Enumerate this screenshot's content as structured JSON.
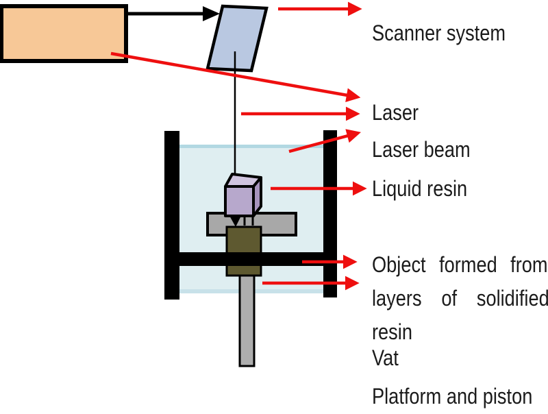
{
  "diagram": {
    "title_hint": "Stereolithography apparatus schematic",
    "labels": {
      "scanner_system": "Scanner system",
      "laser": "Laser",
      "laser_beam": "Laser beam",
      "liquid_resin": "Liquid resin",
      "object_line1": "Object formed from",
      "object_line2": "layers of solidified",
      "object_line3": "resin",
      "vat": "Vat",
      "platform_piston": "Platform and piston"
    },
    "components": {
      "laser_source": "laser source box",
      "scanner_mirror": "tilted scanner mirror",
      "laser_beam_line": "vertical laser beam",
      "vat": "vat with liquid resin",
      "object_cube": "cube object being built",
      "platform": "build platform",
      "piston": "piston and rod"
    },
    "colors": {
      "laser_box": "#f7c897",
      "mirror": "#b9c8e1",
      "liquid": "#dfeef1",
      "liquid_surface": "#b2d8e2",
      "liquid_bottom": "#c8e1e9",
      "cube_front": "#b7a8cc",
      "cube_top": "#d0c4df",
      "cube_side": "#a793bd",
      "platform_gray": "#a8a8a8",
      "piston_block": "#5e5930",
      "piston_rod": "#aeaeae",
      "arrow_red": "#ee0f0f",
      "outline": "#000000",
      "text": "#1b1b1b"
    }
  }
}
